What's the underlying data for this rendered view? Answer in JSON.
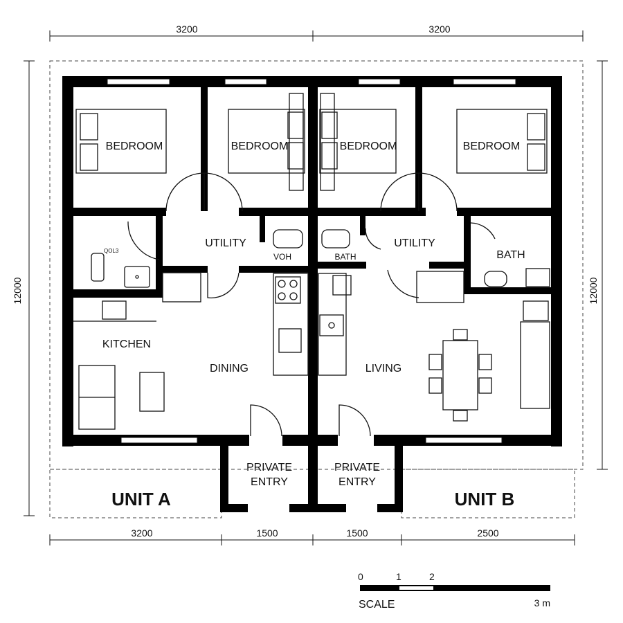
{
  "dimensions": {
    "top": [
      "3200",
      "3200"
    ],
    "bottom": [
      "3200",
      "1500",
      "1500",
      "2500"
    ],
    "left": "12000",
    "right": "12000"
  },
  "rooms": {
    "bedroom_a1": "BEDROOM",
    "bedroom_a2": "BEDROOM",
    "bedroom_b1": "BEDROOM",
    "bedroom_b2": "BEDROOM",
    "utility_a": "UTILITY",
    "utility_b": "UTILITY",
    "voh": "VOH",
    "bath_small": "BATH",
    "bath_b": "BATH",
    "wc_label": "QOL3",
    "kitchen": "KITCHEN",
    "dining": "DINING",
    "living": "LIVING",
    "entry_a": [
      "PRIVATE",
      "ENTRY"
    ],
    "entry_b": [
      "PRIVATE",
      "ENTRY"
    ]
  },
  "units": {
    "a": "UNIT A",
    "b": "UNIT B"
  },
  "scale": {
    "ticks": [
      "0",
      "1",
      "2"
    ],
    "label": "SCALE",
    "end": "3 m"
  }
}
